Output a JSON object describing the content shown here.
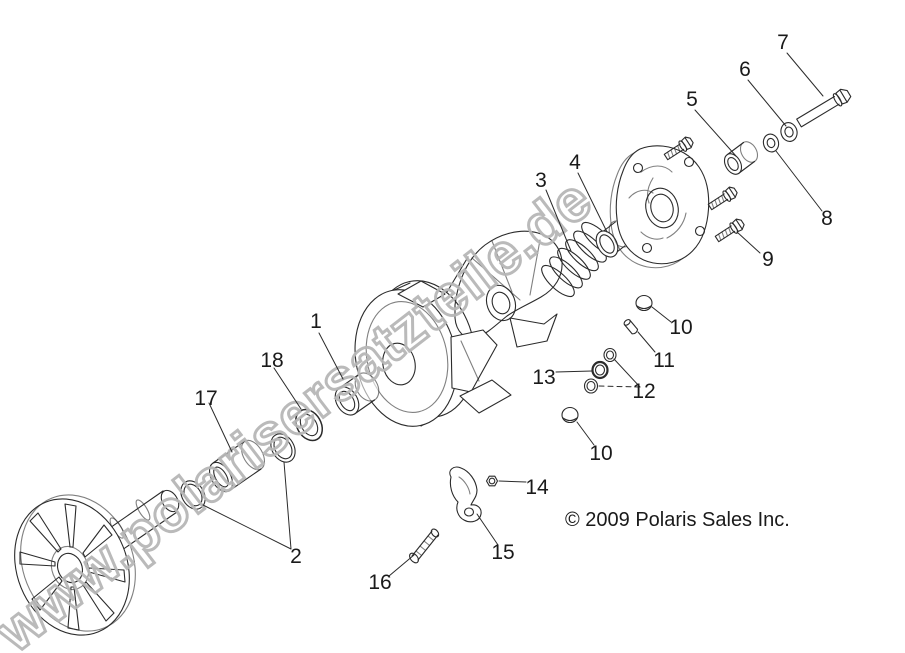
{
  "diagram": {
    "watermark": "www.polarisersatzteile.de",
    "copyright": "© 2009 Polaris Sales Inc.",
    "colors": {
      "line": "#2b2b2b",
      "watermark": "#b7b7b7",
      "background": "#ffffff"
    },
    "callouts": [
      {
        "id": "c1",
        "label": "1"
      },
      {
        "id": "c2",
        "label": "2"
      },
      {
        "id": "c3",
        "label": "3"
      },
      {
        "id": "c4",
        "label": "4"
      },
      {
        "id": "c5",
        "label": "5"
      },
      {
        "id": "c6",
        "label": "6"
      },
      {
        "id": "c7",
        "label": "7"
      },
      {
        "id": "c8",
        "label": "8"
      },
      {
        "id": "c9",
        "label": "9"
      },
      {
        "id": "c10a",
        "label": "10"
      },
      {
        "id": "c10b",
        "label": "10"
      },
      {
        "id": "c11",
        "label": "11"
      },
      {
        "id": "c12",
        "label": "12"
      },
      {
        "id": "c13",
        "label": "13"
      },
      {
        "id": "c14",
        "label": "14"
      },
      {
        "id": "c15",
        "label": "15"
      },
      {
        "id": "c16",
        "label": "16"
      },
      {
        "id": "c17",
        "label": "17"
      },
      {
        "id": "c18",
        "label": "18"
      }
    ]
  }
}
